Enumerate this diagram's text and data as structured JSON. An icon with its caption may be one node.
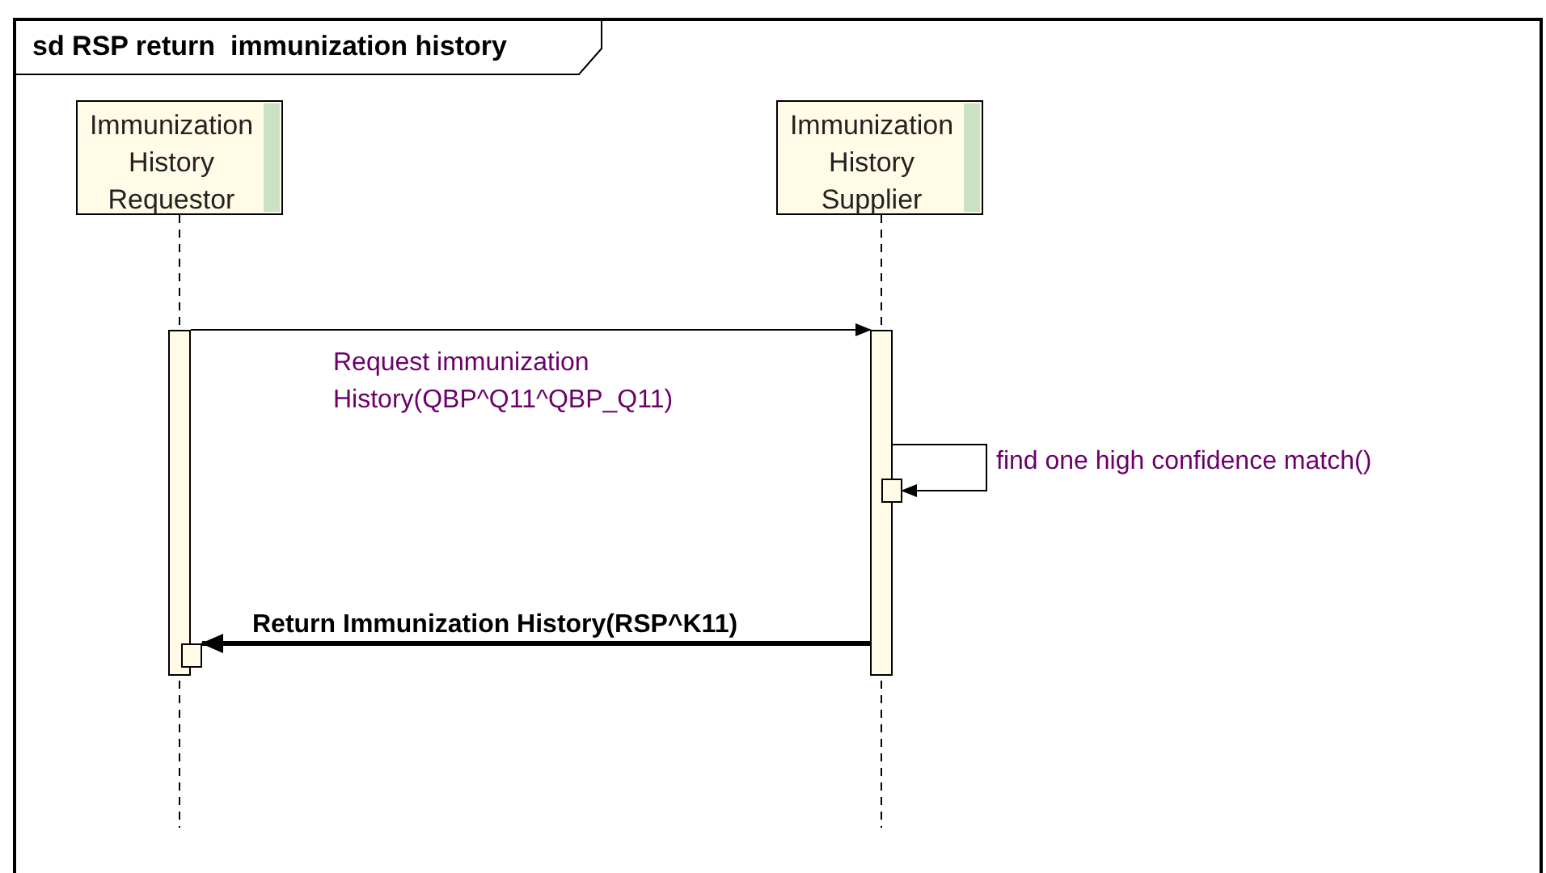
{
  "diagram": {
    "title": "sd RSP return  immunization history",
    "nodes": [
      {
        "text": [
          "Immunization History Requestor"
        ]
      },
      {
        "text": [
          "Immunization History Supplier"
        ]
      },
      {
        "text": [],
        "shape": "bar"
      },
      {
        "text": [],
        "shape": "bar"
      },
      {
        "text": [],
        "shape": "bar"
      },
      {
        "text": [],
        "shape": "bar"
      }
    ],
    "edges": [
      {
        "from": 2,
        "to": 3,
        "arrow": "to",
        "label": "Request immunization History(QBP^Q11^QBP_Q11)"
      },
      {
        "from": 3,
        "to": 4,
        "arrow": "to",
        "label": "find one high confidence match()"
      },
      {
        "from": 3,
        "to": 5,
        "arrow": "to",
        "label": "Return Immunization History(RSP^K11)",
        "style": "thick"
      }
    ]
  }
}
